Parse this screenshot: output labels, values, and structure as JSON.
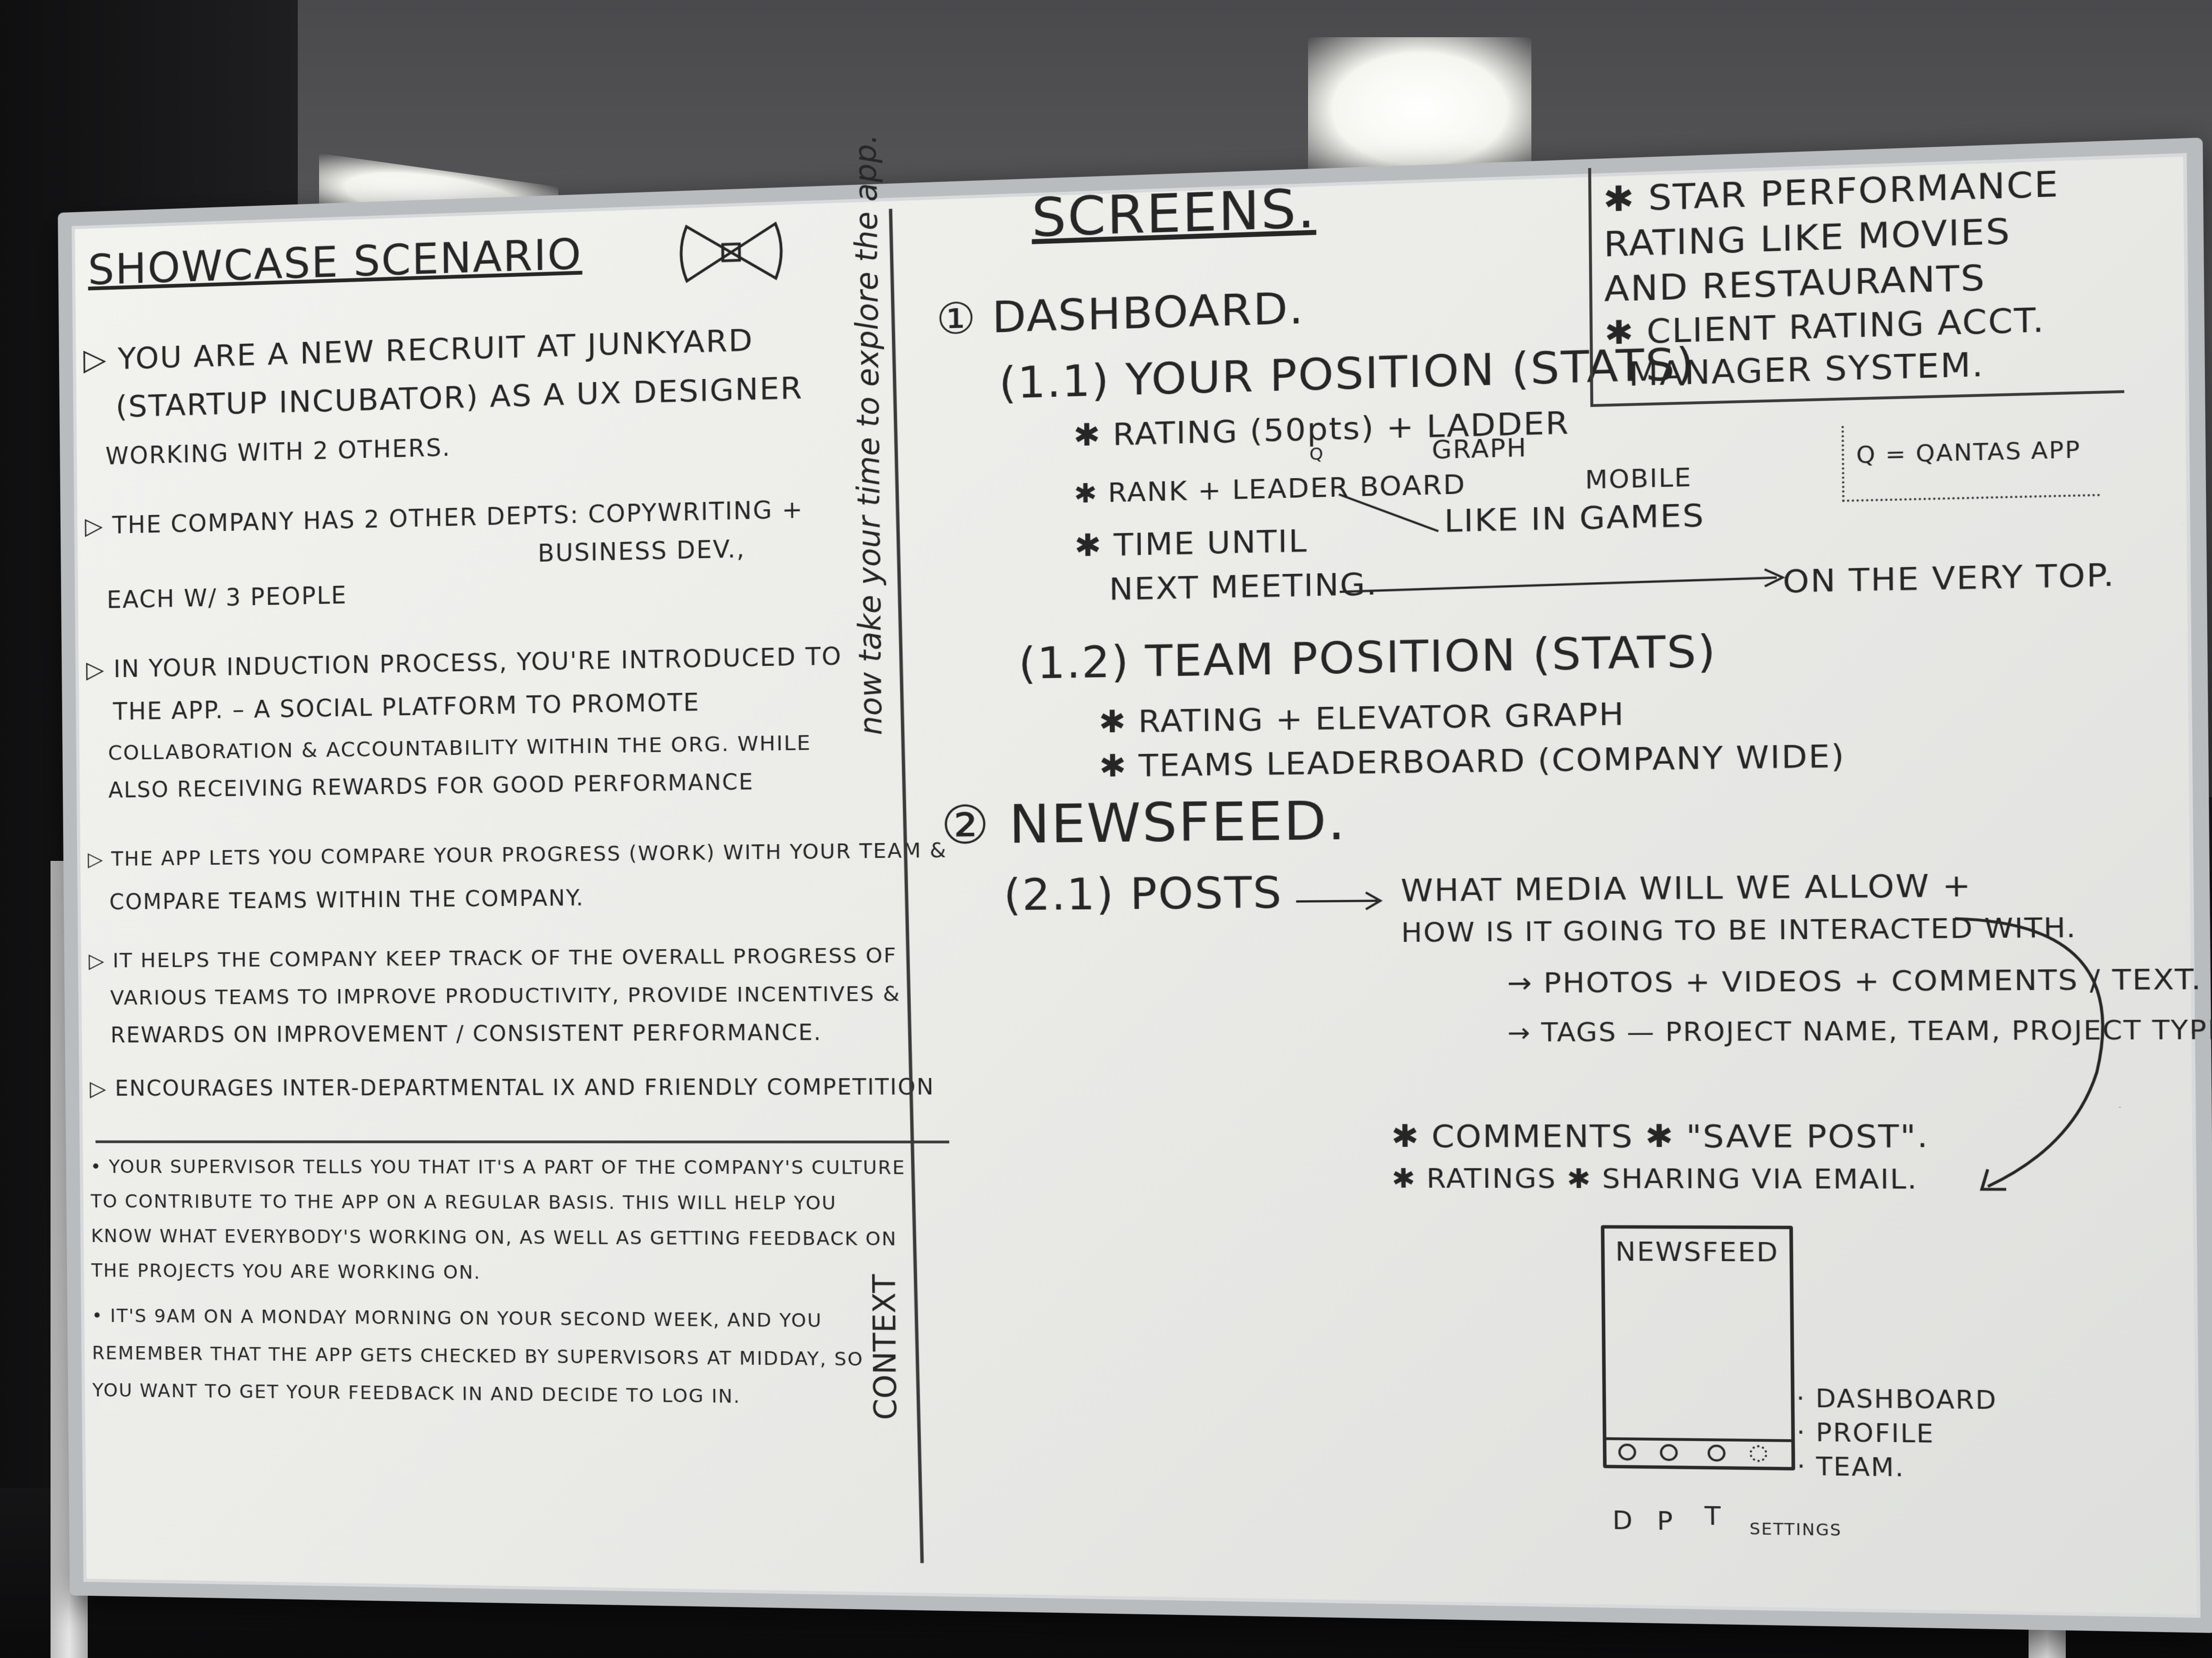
{
  "scene": {
    "description_colors": {
      "board": "#eeeeeb",
      "frame": "#b9bcbf",
      "ink": "#262626",
      "shirt": "#c2461a"
    }
  },
  "left_panel": {
    "title": "SHOWCASE SCENARIO",
    "bullets": [
      [
        "▷ YOU ARE A NEW RECRUIT AT JUNKYARD",
        "(STARTUP INCUBATOR) AS A UX DESIGNER",
        "WORKING WITH 2 OTHERS."
      ],
      [
        "▷ THE COMPANY HAS 2 OTHER DEPTS: COPYWRITING +",
        "BUSINESS DEV.,",
        "EACH W/ 3 PEOPLE"
      ],
      [
        "▷ IN YOUR INDUCTION PROCESS, YOU'RE INTRODUCED TO",
        "THE APP. – A SOCIAL PLATFORM TO PROMOTE",
        "COLLABORATION & ACCOUNTABILITY WITHIN THE ORG. WHILE",
        "ALSO RECEIVING REWARDS FOR GOOD PERFORMANCE"
      ],
      [
        "▷ THE APP LETS YOU COMPARE YOUR PROGRESS (WORK) WITH YOUR TEAM &",
        "COMPARE TEAMS WITHIN THE COMPANY."
      ],
      [
        "▷ IT HELPS THE COMPANY KEEP TRACK OF THE OVERALL PROGRESS OF",
        "VARIOUS TEAMS TO IMPROVE PRODUCTIVITY, PROVIDE INCENTIVES &",
        "REWARDS ON IMPROVEMENT / CONSISTENT PERFORMANCE."
      ],
      [
        "▷ ENCOURAGES INTER-DEPARTMENTAL IX AND FRIENDLY COMPETITION"
      ]
    ],
    "context_lines": [
      "• YOUR SUPERVISOR TELLS YOU THAT IT'S A PART OF THE COMPANY'S CULTURE",
      "TO CONTRIBUTE TO THE APP ON A REGULAR BASIS. THIS WILL HELP YOU",
      "KNOW WHAT EVERYBODY'S WORKING ON, AS WELL AS GETTING FEEDBACK ON",
      "THE PROJECTS YOU ARE WORKING ON.",
      "• IT'S 9AM ON A MONDAY MORNING ON YOUR SECOND WEEK, AND YOU",
      "REMEMBER THAT THE APP GETS CHECKED BY SUPERVISORS AT MIDDAY, SO",
      "YOU WANT TO GET YOUR FEEDBACK IN AND DECIDE TO LOG IN."
    ],
    "vertical_note": "now take your time to explore the app.",
    "vertical_context": "CONTEXT"
  },
  "screens": {
    "title": "SCREENS.",
    "s1": "① DASHBOARD.",
    "s1_1": "(1.1) YOUR POSITION (STATS)",
    "s1_1_items": [
      "✱ RATING (50pts) + LADDER",
      "GRAPH",
      "Q",
      "✱ RANK + LEADER BOARD",
      "✱ TIME UNTIL",
      "NEXT MEETING."
    ],
    "like_in_games": "LIKE IN GAMES",
    "mobile": "MOBILE",
    "on_top": "ON THE VERY TOP.",
    "s1_2": "(1.2) TEAM POSITION (STATS)",
    "s1_2_items": [
      "✱ RATING + ELEVATOR GRAPH",
      "✱ TEAMS LEADERBOARD (COMPANY WIDE)"
    ],
    "s2": "② NEWSFEED.",
    "s2_1": "(2.1) POSTS",
    "posts_q1": "WHAT MEDIA WILL WE ALLOW +",
    "posts_q2": "HOW IS IT GOING TO BE INTERACTED WITH.",
    "media_line": "→ PHOTOS + VIDEOS + COMMENTS / TEXT.",
    "tags_line": "→ TAGS — PROJECT NAME, TEAM, PROJECT TYPE.",
    "extras": [
      "✱ COMMENTS   ✱ \"SAVE POST\".",
      "✱ RATINGS   ✱ SHARING VIA EMAIL."
    ]
  },
  "top_right_note": {
    "lines": [
      "✱ STAR PERFORMANCE",
      "RATING LIKE MOVIES",
      "AND RESTAURANTS",
      "✱ CLIENT RATING ACCT.",
      "MANAGER SYSTEM."
    ],
    "q_note": "Q = QANTAS APP"
  },
  "wireframe": {
    "title": "NEWSFEED",
    "nav": [
      "· DASHBOARD",
      "· PROFILE",
      "· TEAM."
    ],
    "letters": [
      "D",
      "P",
      "T"
    ],
    "settings": "SETTINGS"
  }
}
